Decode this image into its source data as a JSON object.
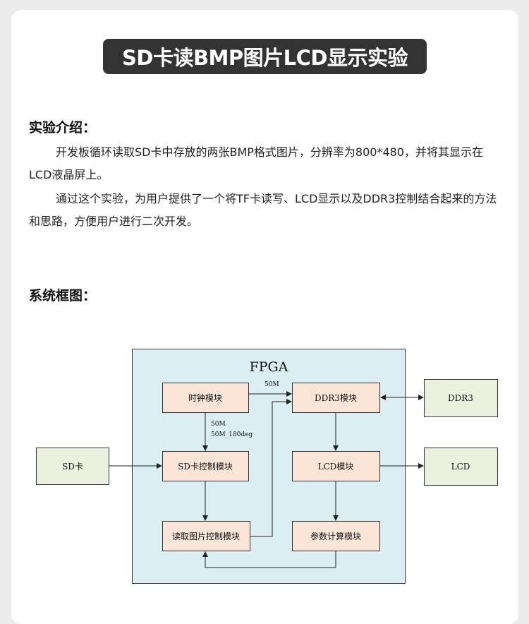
{
  "title": "SD卡读BMP图片LCD显示实验",
  "intro": {
    "heading": "实验介绍：",
    "paragraphs": [
      "开发板循环读取SD卡中存放的两张BMP格式图片，分辨率为800*480，并将其显示在LCD液晶屏上。",
      "通过这个实验，为用户提供了一个将TF卡读写、LCD显示以及DDR3控制结合起来的方法和思路，方便用户进行二次开发。"
    ]
  },
  "diagram_section": {
    "heading": "系统框图："
  },
  "diagram": {
    "fpga_label": "FPGA",
    "colors": {
      "fpga_fill": "#dbeef3",
      "module_fill": "#fbe5d6",
      "external_fill": "#ebf1de",
      "stroke": "#333333"
    },
    "modules": {
      "clock": "时钟模块",
      "ddr3_ctrl": "DDR3模块",
      "sd_ctrl": "SD卡控制模块",
      "lcd_ctrl": "LCD模块",
      "read_pic": "读取图片控制模块",
      "param_calc": "参数计算模块"
    },
    "externals": {
      "sd_card": "SD卡",
      "ddr3": "DDR3",
      "lcd": "LCD"
    },
    "signals": {
      "clk_to_ddr": "50M",
      "clk_to_sd_1": "50M",
      "clk_to_sd_2": "50M_180deg"
    }
  }
}
